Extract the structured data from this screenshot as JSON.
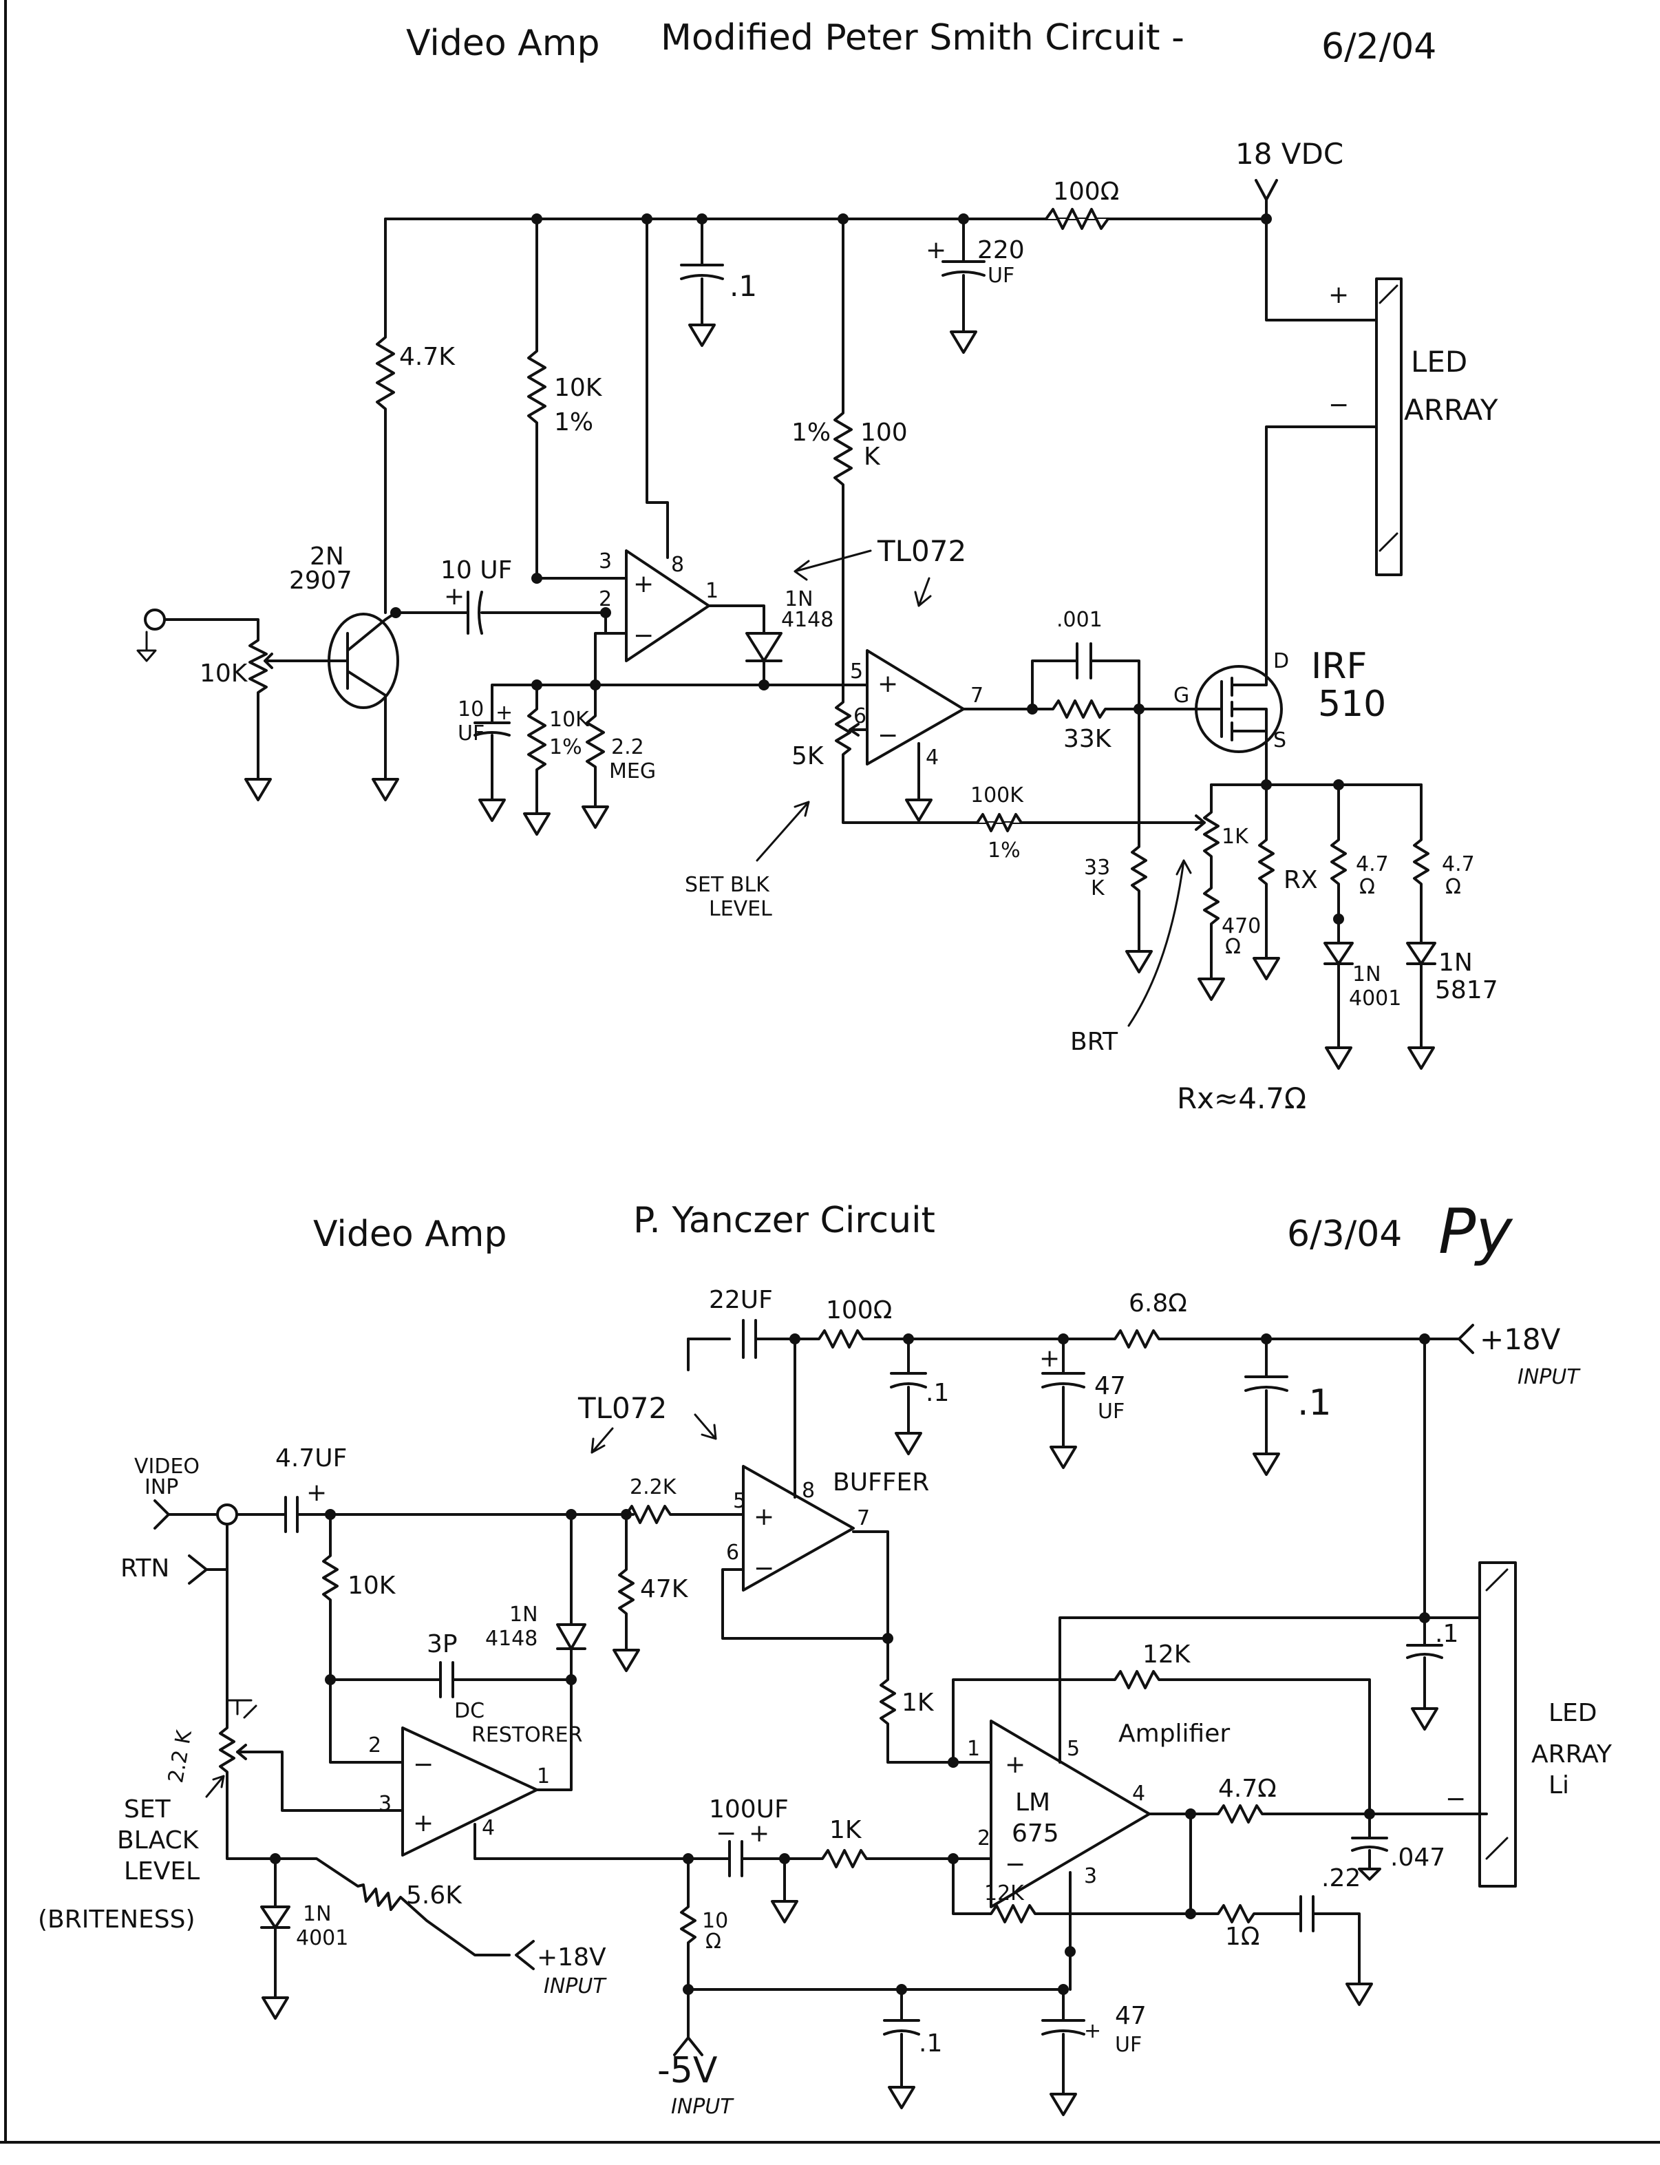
{
  "top": {
    "title_left": "Video Amp",
    "title_center": "Modified Peter Smith Circuit -",
    "date": "6/2/04",
    "supply": "18 VDC",
    "r_100ohm": "100Ω",
    "cap_220": "220",
    "cap_220_unit": "UF",
    "cap_01": ".1",
    "r_47k_a": "4.7K",
    "r_10k_top": "10K",
    "r_10k_top_tol": "1%",
    "r_100k": "100",
    "r_100k_unit": "K",
    "r_100k_tol": "1%",
    "transistor_a": "2N",
    "transistor_b": "2907",
    "pot_10k": "10K",
    "cap_10uf_c": "10 UF",
    "pin3": "3",
    "pin2": "2",
    "pin8": "8",
    "pin1": "1",
    "pin5": "5",
    "pin6": "6",
    "pin7": "7",
    "pin4": "4",
    "opamp_label": "TL072",
    "diode_a": "1N",
    "diode_b": "4148",
    "cap_10_uf_a": "10",
    "cap_10_uf_b": "UF",
    "r_10k_bot": "10K",
    "r_10k_bot_tol": "1%",
    "r_22meg_a": "2.2",
    "r_22meg_b": "MEG",
    "pot_5k": "5K",
    "set_blk_a": "SET BLK",
    "set_blk_b": "LEVEL",
    "cap_001": ".001",
    "r_33k": "33K",
    "r_33k_b_a": "33",
    "r_33k_b_b": "K",
    "r_100k_b": "100K",
    "r_100k_b_tol": "1%",
    "pot_1k": "1K",
    "r_470_a": "470",
    "r_470_b": "Ω",
    "brt": "BRT",
    "rx": "RX",
    "r_47a_a": "4.7",
    "r_47a_b": "Ω",
    "r_47b_a": "4.7",
    "r_47b_b": "Ω",
    "d_4001_a": "1N",
    "d_4001_b": "4001",
    "d_5817_a": "1N",
    "d_5817_b": "5817",
    "fet_a": "IRF",
    "fet_b": "510",
    "fet_d": "D",
    "fet_g": "G",
    "fet_s": "S",
    "led_a": "LED",
    "led_b": "ARRAY",
    "rx_note": "Rx≈4.7Ω"
  },
  "bottom": {
    "title_left": "Video Amp",
    "title_center": "P. Yanczer Circuit",
    "date": "6/3/04",
    "signature": "Py",
    "cap_22uf": "22UF",
    "r_100ohm": "100Ω",
    "r_68ohm": "6.8Ω",
    "supply": "+18V",
    "supply_sub": "INPUT",
    "cap_01_a": ".1",
    "cap_47": "47",
    "cap_47_unit": "UF",
    "cap_01_b": ".1",
    "opamp_label": "TL072",
    "video_inp_a": "VIDEO",
    "video_inp_b": "INP",
    "rtn": "RTN",
    "cap_47uf": "4.7UF",
    "r_10k": "10K",
    "r_22k": "2.2K",
    "r_47k": "47K",
    "pin5": "5",
    "pin8": "8",
    "pin6": "6",
    "pin7": "7",
    "buffer": "BUFFER",
    "cap_3p": "3P",
    "diode_a": "1N",
    "diode_b": "4148",
    "dc_restorer_a": "DC",
    "dc_restorer_b": "RESTORER",
    "u_pin2": "2",
    "u_pin3": "3",
    "u_pin1": "1",
    "u_pin4": "4",
    "pot_22k": "2.2 K",
    "set_a": "SET",
    "set_b": "BLACK",
    "set_c": "LEVEL",
    "set_d": "(BRITENESS)",
    "r_56k": "5.6K",
    "supply2": "+18V",
    "supply2_sub": "INPUT",
    "d_4001_a": "1N",
    "d_4001_b": "4001",
    "cap_100uf": "100UF",
    "r_1k_a": "1K",
    "r_10ohm_a": "10",
    "r_10ohm_b": "Ω",
    "r_1k_b": "1K",
    "amp_pin1": "1",
    "amp_pin5": "5",
    "amp_pin2": "2",
    "amp_pin4": "4",
    "amp_pin3": "3",
    "r_12k_top": "12K",
    "amplifier": "Amplifier",
    "lm_a": "LM",
    "lm_b": "675",
    "r_47ohm": "4.7Ω",
    "cap_047": ".047",
    "cap_01_c": ".1",
    "r_12k_bot": "12K",
    "r_1ohm": "1Ω",
    "cap_22": ".22",
    "cap_01_d": ".1",
    "cap_47b": "47",
    "cap_47b_unit": "UF",
    "neg_supply": "-5V",
    "neg_supply_sub": "INPUT",
    "led_a": "LED",
    "led_b": "ARRAY",
    "led_c": "Li"
  }
}
